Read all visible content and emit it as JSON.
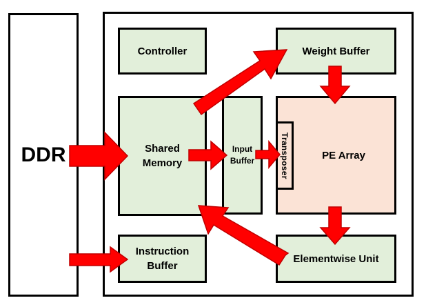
{
  "colors": {
    "block_fill": "#e2efda",
    "pe_array_fill": "#fbe3d6",
    "arrow_fill": "#ff0000",
    "border": "#000000"
  },
  "labels": {
    "ddr": "DDR",
    "controller": "Controller",
    "weight_buffer": "Weight Buffer",
    "shared_memory": "Shared Memory",
    "input_buffer": "Input Buffer",
    "transposer": "Transposer",
    "pe_array": "PE Array",
    "instruction_buffer": "Instruction Buffer",
    "elementwise_unit": "Elementwise Unit"
  }
}
